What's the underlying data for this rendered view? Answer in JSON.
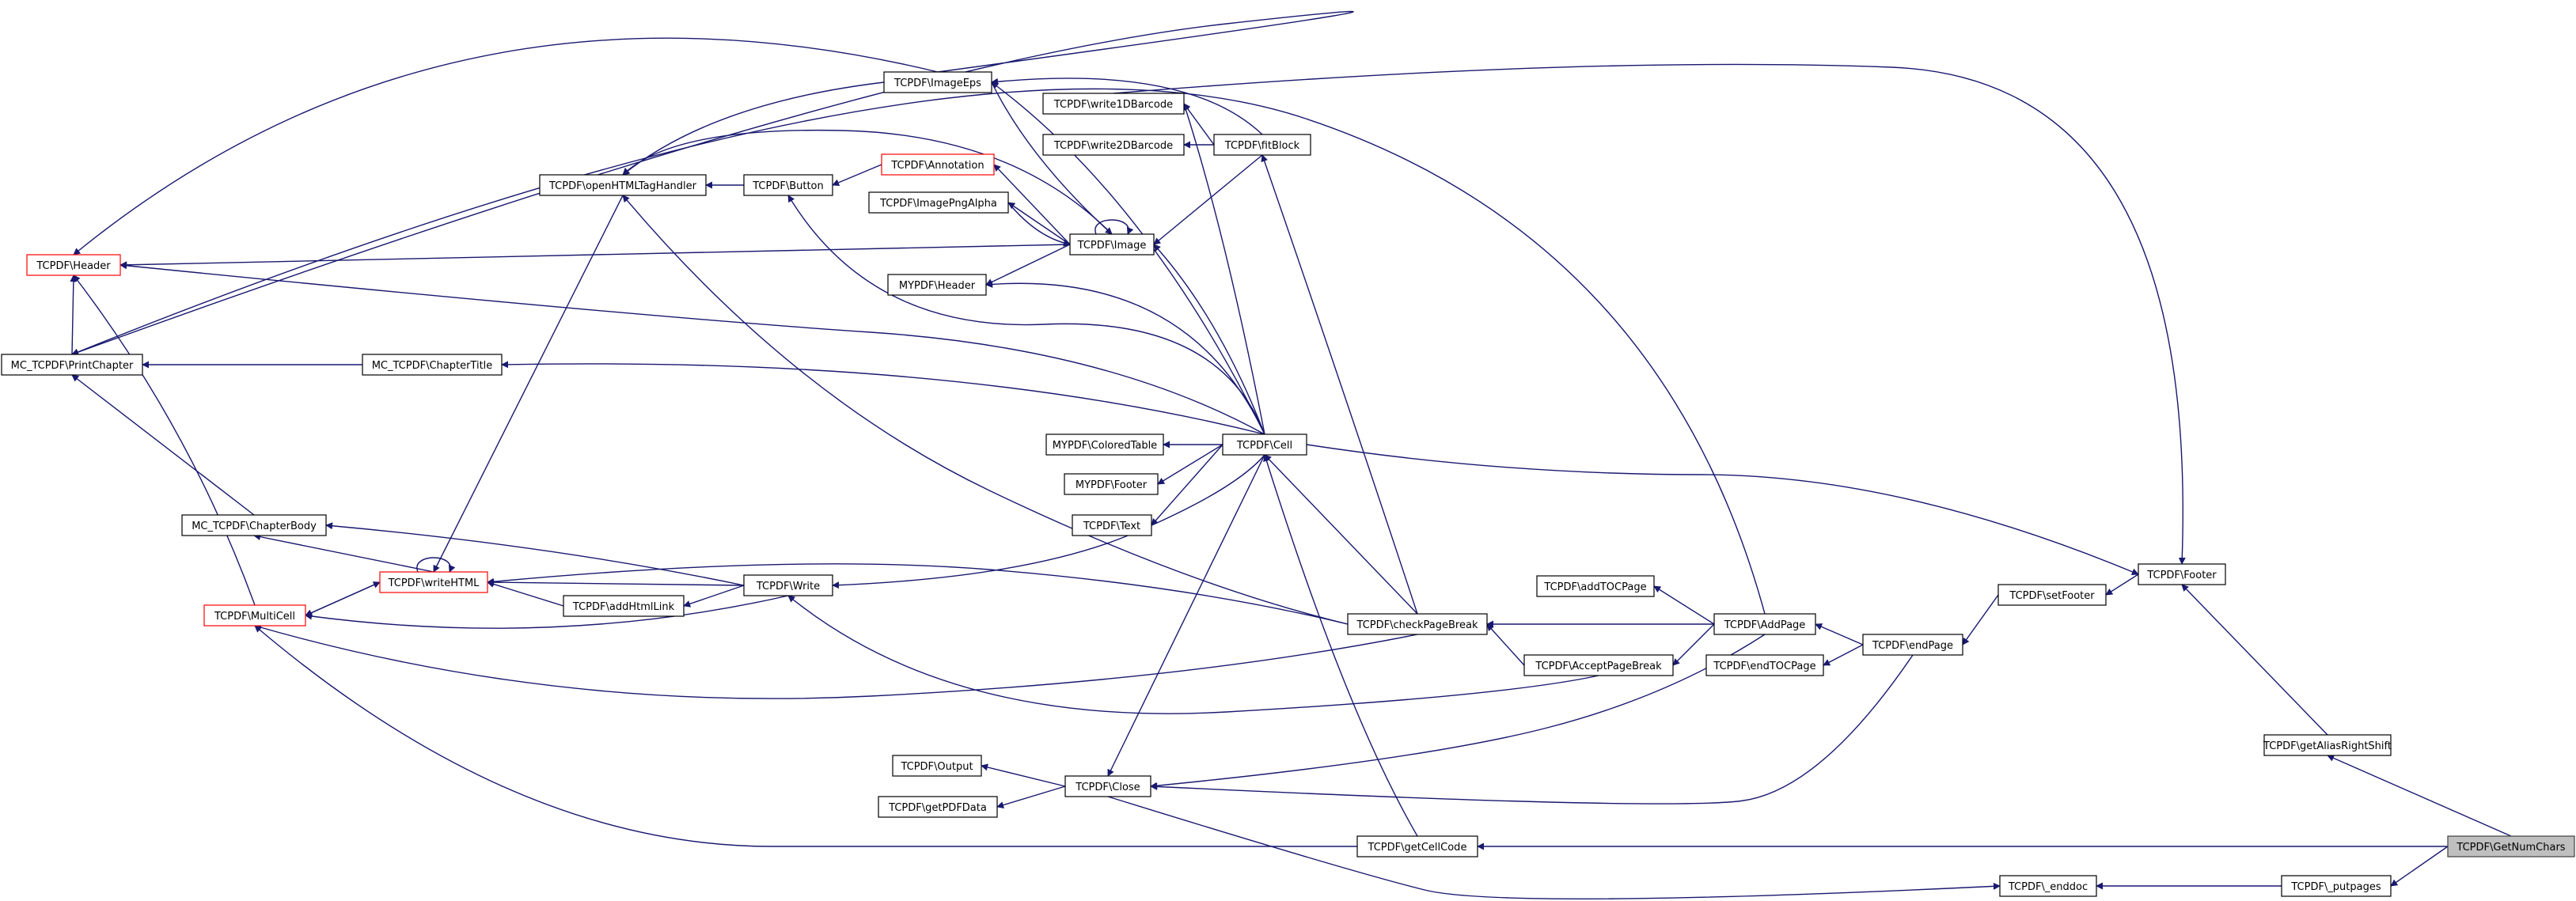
{
  "diagram": {
    "colors": {
      "edge": "#191970",
      "node_border": "#000000",
      "truncated_border": "#ff0000",
      "focus_fill": "#bfbfbf"
    },
    "nodes": [
      {
        "id": "getnumchars",
        "label": "TCPDF\\GetNumChars",
        "style": "focus"
      },
      {
        "id": "getaliasrightshift",
        "label": "TCPDF\\getAliasRightShift",
        "style": "normal"
      },
      {
        "id": "putpages",
        "label": "TCPDF\\_putpages",
        "style": "normal"
      },
      {
        "id": "footer",
        "label": "TCPDF\\Footer",
        "style": "normal"
      },
      {
        "id": "setfooter",
        "label": "TCPDF\\setFooter",
        "style": "normal"
      },
      {
        "id": "enddoc",
        "label": "TCPDF\\_enddoc",
        "style": "normal"
      },
      {
        "id": "endpage",
        "label": "TCPDF\\endPage",
        "style": "normal"
      },
      {
        "id": "addpage",
        "label": "TCPDF\\AddPage",
        "style": "normal"
      },
      {
        "id": "endtocpage",
        "label": "TCPDF\\endTOCPage",
        "style": "normal"
      },
      {
        "id": "addtocpage",
        "label": "TCPDF\\addTOCPage",
        "style": "normal"
      },
      {
        "id": "acceptpagebreak",
        "label": "TCPDF\\AcceptPageBreak",
        "style": "normal"
      },
      {
        "id": "checkpagebreak",
        "label": "TCPDF\\checkPageBreak",
        "style": "normal"
      },
      {
        "id": "getcellcode",
        "label": "TCPDF\\getCellCode",
        "style": "normal"
      },
      {
        "id": "cell",
        "label": "TCPDF\\Cell",
        "style": "normal"
      },
      {
        "id": "close",
        "label": "TCPDF\\Close",
        "style": "normal"
      },
      {
        "id": "output",
        "label": "TCPDF\\Output",
        "style": "normal"
      },
      {
        "id": "getpdfdata",
        "label": "TCPDF\\getPDFData",
        "style": "normal"
      },
      {
        "id": "fitblock",
        "label": "TCPDF\\fitBlock",
        "style": "normal"
      },
      {
        "id": "write1d",
        "label": "TCPDF\\write1DBarcode",
        "style": "normal"
      },
      {
        "id": "write2d",
        "label": "TCPDF\\write2DBarcode",
        "style": "normal"
      },
      {
        "id": "imageeps",
        "label": "TCPDF\\ImageEps",
        "style": "normal"
      },
      {
        "id": "image",
        "label": "TCPDF\\Image",
        "style": "normal"
      },
      {
        "id": "annotation",
        "label": "TCPDF\\Annotation",
        "style": "red"
      },
      {
        "id": "imagepngalpha",
        "label": "TCPDF\\ImagePngAlpha",
        "style": "normal"
      },
      {
        "id": "mypdfheader",
        "label": "MYPDF\\Header",
        "style": "normal"
      },
      {
        "id": "coloredtable",
        "label": "MYPDF\\ColoredTable",
        "style": "normal"
      },
      {
        "id": "mypdffooter",
        "label": "MYPDF\\Footer",
        "style": "normal"
      },
      {
        "id": "text",
        "label": "TCPDF\\Text",
        "style": "normal"
      },
      {
        "id": "button",
        "label": "TCPDF\\Button",
        "style": "normal"
      },
      {
        "id": "openhtmltag",
        "label": "TCPDF\\openHTMLTagHandler",
        "style": "normal"
      },
      {
        "id": "write",
        "label": "TCPDF\\Write",
        "style": "normal"
      },
      {
        "id": "addhtmllink",
        "label": "TCPDF\\addHtmlLink",
        "style": "normal"
      },
      {
        "id": "writehtml",
        "label": "TCPDF\\writeHTML",
        "style": "red"
      },
      {
        "id": "multicell",
        "label": "TCPDF\\MultiCell",
        "style": "red"
      },
      {
        "id": "chapterbody",
        "label": "MC_TCPDF\\ChapterBody",
        "style": "normal"
      },
      {
        "id": "chaptertitle",
        "label": "MC_TCPDF\\ChapterTitle",
        "style": "normal"
      },
      {
        "id": "printchapter",
        "label": "MC_TCPDF\\PrintChapter",
        "style": "normal"
      },
      {
        "id": "header",
        "label": "TCPDF\\Header",
        "style": "red"
      }
    ]
  }
}
